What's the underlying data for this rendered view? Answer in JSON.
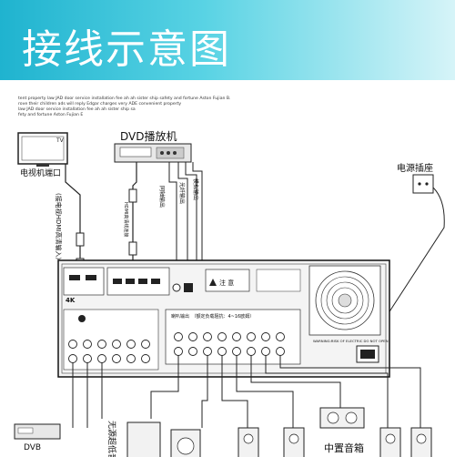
{
  "header": {
    "title": "接线示意图",
    "bg_start": "#1fb3cf",
    "bg_end": "#d6f4f8"
  },
  "caption_lines": [
    "tent property law JAD door service installation fee ah ah sister ship safety and fortune Aston Fujian B.",
    "rove their children ads will reply Edgar charges very ADE convenient property",
    "law JAD door service installation fee ah ah sister ship sa",
    "fety and fortune Aston Fujian E"
  ],
  "devices": {
    "tv": {
      "label": "电视机端口",
      "badge": "TV"
    },
    "dvd": {
      "label": "DVD播放机"
    },
    "dvb": {
      "label": "DVB"
    },
    "power": {
      "label": "电源插座"
    },
    "center": {
      "label": "中置音箱"
    }
  },
  "cables": {
    "hdmi_to_tv": "(接电视HDMI高清输入)",
    "hdmi_label": "HDMI高清线连接",
    "optical": "光纤输出",
    "coax": "同轴输出",
    "analog": "模拟输出",
    "sub": "无源超低音"
  },
  "panel": {
    "warning": "注 意",
    "speaker_out": "喇叭输出　（额定负载阻抗：4~16欧姆）",
    "shock_warning": "WARNING:RISK OF ELECTRIC DO NOT OPEN",
    "brand_4k": "4K"
  },
  "colors": {
    "line": "#222222",
    "panel": "#f2f2f2",
    "accent": "#1fb3cf"
  }
}
